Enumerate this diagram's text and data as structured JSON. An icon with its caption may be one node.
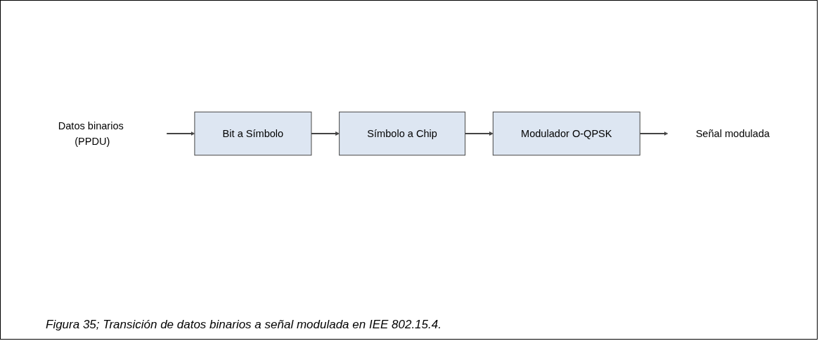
{
  "diagram": {
    "caption": "Figura 35; Transición de datos binarios a señal modulada en IEE 802.15.4.",
    "nodes": [
      {
        "text": [
          "Datos binarios (PPDU)"
        ]
      },
      {
        "text": [
          "Bit a Símbolo"
        ]
      },
      {
        "text": [
          "Símbolo a Chip"
        ]
      },
      {
        "text": [
          "Modulador O-QPSK"
        ]
      },
      {
        "text": [
          "Señal modulada"
        ]
      }
    ],
    "edges": [
      {
        "from": 0,
        "to": 1,
        "arrow": "to"
      },
      {
        "from": 1,
        "to": 2,
        "arrow": "to"
      },
      {
        "from": 2,
        "to": 3,
        "arrow": "to"
      },
      {
        "from": 3,
        "to": 4,
        "arrow": "to"
      }
    ]
  }
}
